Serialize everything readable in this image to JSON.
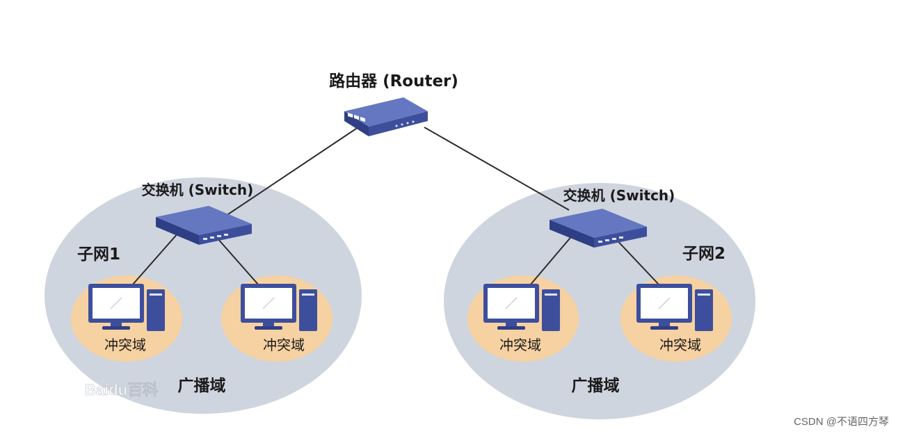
{
  "diagram": {
    "router": {
      "label": "路由器 (Router)",
      "icon": "router-icon"
    },
    "subnets": [
      {
        "name": "子网1",
        "switch_label": "交换机 (Switch)",
        "broadcast_label": "广播域",
        "collision_domains": [
          "冲突域",
          "冲突域"
        ]
      },
      {
        "name": "子网2",
        "switch_label": "交换机 (Switch)",
        "broadcast_label": "广播域",
        "collision_domains": [
          "冲突域",
          "冲突域"
        ]
      }
    ],
    "baidu_watermark": "Baidu百科",
    "credit": "CSDN @不语四方琴"
  },
  "colors": {
    "broadcast_domain": "#cfd5de",
    "collision_domain": "#f6d1a2",
    "device_blue": "#3d4f9c",
    "link": "#2b2b2b"
  }
}
